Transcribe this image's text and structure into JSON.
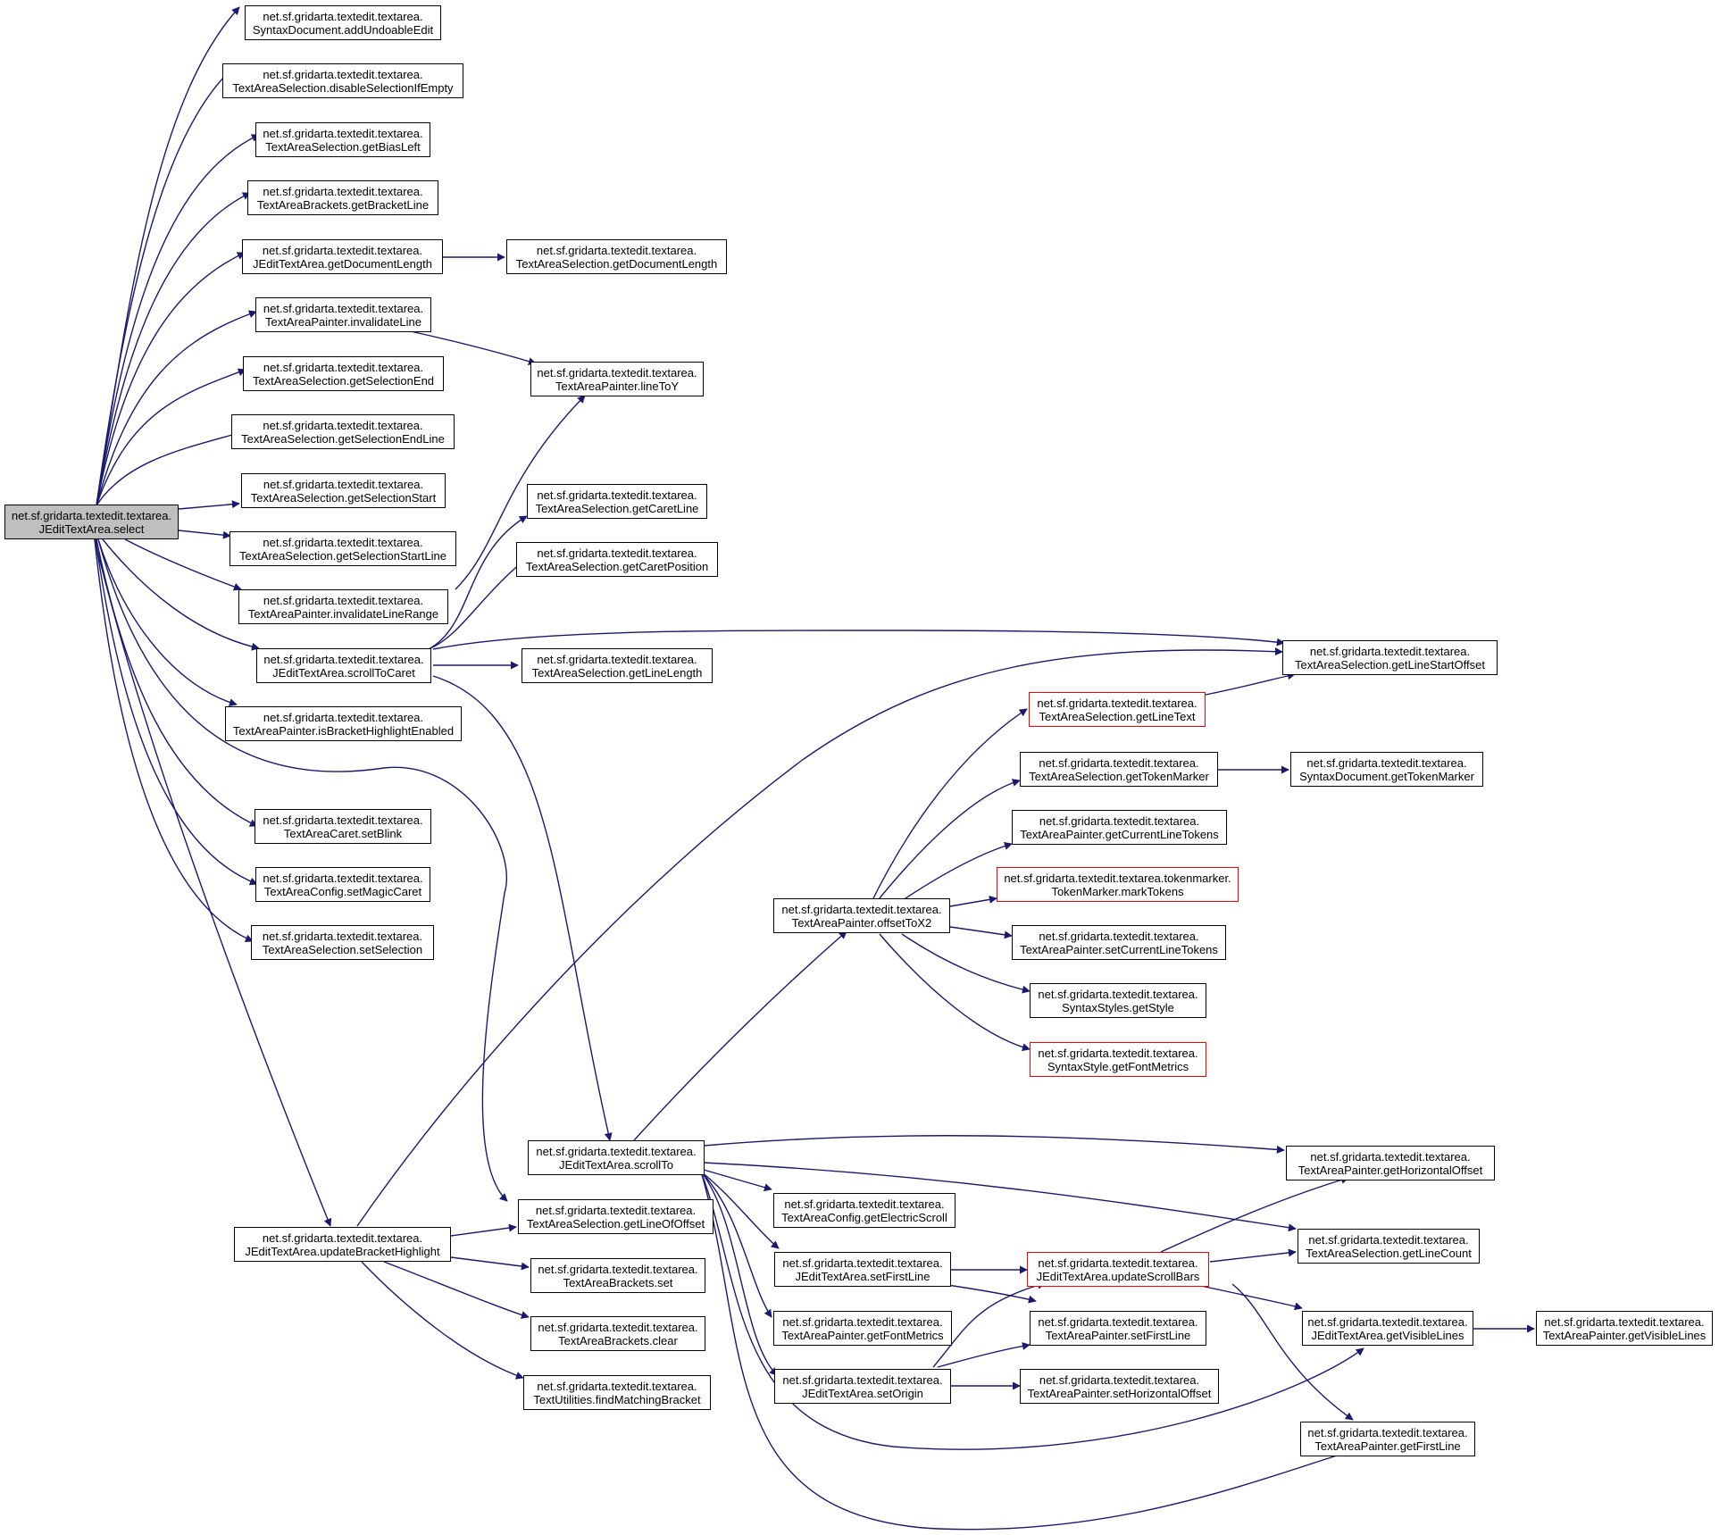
{
  "colors": {
    "edge": "#191970",
    "node_border": "#000000",
    "node_border_truncated": "#ff0000",
    "root_fill": "#bfbfbf"
  },
  "nodes": {
    "select": [
      "net.sf.gridarta.textedit.textarea.",
      "JEditTextArea.select"
    ],
    "addUndoableEdit": [
      "net.sf.gridarta.textedit.textarea.",
      "SyntaxDocument.addUndoableEdit"
    ],
    "disableSelectionIfEmpty": [
      "net.sf.gridarta.textedit.textarea.",
      "TextAreaSelection.disableSelectionIfEmpty"
    ],
    "getBiasLeft": [
      "net.sf.gridarta.textedit.textarea.",
      "TextAreaSelection.getBiasLeft"
    ],
    "getBracketLine": [
      "net.sf.gridarta.textedit.textarea.",
      "TextAreaBrackets.getBracketLine"
    ],
    "jetaGetDocumentLength": [
      "net.sf.gridarta.textedit.textarea.",
      "JEditTextArea.getDocumentLength"
    ],
    "selGetDocumentLength": [
      "net.sf.gridarta.textedit.textarea.",
      "TextAreaSelection.getDocumentLength"
    ],
    "invalidateLine": [
      "net.sf.gridarta.textedit.textarea.",
      "TextAreaPainter.invalidateLine"
    ],
    "lineToY": [
      "net.sf.gridarta.textedit.textarea.",
      "TextAreaPainter.lineToY"
    ],
    "getSelectionEnd": [
      "net.sf.gridarta.textedit.textarea.",
      "TextAreaSelection.getSelectionEnd"
    ],
    "getSelectionEndLine": [
      "net.sf.gridarta.textedit.textarea.",
      "TextAreaSelection.getSelectionEndLine"
    ],
    "getSelectionStart": [
      "net.sf.gridarta.textedit.textarea.",
      "TextAreaSelection.getSelectionStart"
    ],
    "getSelectionStartLine": [
      "net.sf.gridarta.textedit.textarea.",
      "TextAreaSelection.getSelectionStartLine"
    ],
    "invalidateLineRange": [
      "net.sf.gridarta.textedit.textarea.",
      "TextAreaPainter.invalidateLineRange"
    ],
    "getCaretLine": [
      "net.sf.gridarta.textedit.textarea.",
      "TextAreaSelection.getCaretLine"
    ],
    "getCaretPosition": [
      "net.sf.gridarta.textedit.textarea.",
      "TextAreaSelection.getCaretPosition"
    ],
    "scrollToCaret": [
      "net.sf.gridarta.textedit.textarea.",
      "JEditTextArea.scrollToCaret"
    ],
    "getLineLength": [
      "net.sf.gridarta.textedit.textarea.",
      "TextAreaSelection.getLineLength"
    ],
    "getLineStartOffset": [
      "net.sf.gridarta.textedit.textarea.",
      "TextAreaSelection.getLineStartOffset"
    ],
    "isBracketHighlightEnabled": [
      "net.sf.gridarta.textedit.textarea.",
      "TextAreaPainter.isBracketHighlightEnabled"
    ],
    "getLineText": [
      "net.sf.gridarta.textedit.textarea.",
      "TextAreaSelection.getLineText"
    ],
    "selGetTokenMarker": [
      "net.sf.gridarta.textedit.textarea.",
      "TextAreaSelection.getTokenMarker"
    ],
    "docGetTokenMarker": [
      "net.sf.gridarta.textedit.textarea.",
      "SyntaxDocument.getTokenMarker"
    ],
    "setBlink": [
      "net.sf.gridarta.textedit.textarea.",
      "TextAreaCaret.setBlink"
    ],
    "getCurrentLineTokens": [
      "net.sf.gridarta.textedit.textarea.",
      "TextAreaPainter.getCurrentLineTokens"
    ],
    "setMagicCaret": [
      "net.sf.gridarta.textedit.textarea.",
      "TextAreaConfig.setMagicCaret"
    ],
    "markTokens": [
      "net.sf.gridarta.textedit.textarea.tokenmarker.",
      "TokenMarker.markTokens"
    ],
    "offsetToX2": [
      "net.sf.gridarta.textedit.textarea.",
      "TextAreaPainter.offsetToX2"
    ],
    "setSelection": [
      "net.sf.gridarta.textedit.textarea.",
      "TextAreaSelection.setSelection"
    ],
    "setCurrentLineTokens": [
      "net.sf.gridarta.textedit.textarea.",
      "TextAreaPainter.setCurrentLineTokens"
    ],
    "getStyle": [
      "net.sf.gridarta.textedit.textarea.",
      "SyntaxStyles.getStyle"
    ],
    "getFontMetricsStyle": [
      "net.sf.gridarta.textedit.textarea.",
      "SyntaxStyle.getFontMetrics"
    ],
    "scrollTo": [
      "net.sf.gridarta.textedit.textarea.",
      "JEditTextArea.scrollTo"
    ],
    "getHorizontalOffset": [
      "net.sf.gridarta.textedit.textarea.",
      "TextAreaPainter.getHorizontalOffset"
    ],
    "getLineOfOffset": [
      "net.sf.gridarta.textedit.textarea.",
      "TextAreaSelection.getLineOfOffset"
    ],
    "getElectricScroll": [
      "net.sf.gridarta.textedit.textarea.",
      "TextAreaConfig.getElectricScroll"
    ],
    "updateBracketHighlight": [
      "net.sf.gridarta.textedit.textarea.",
      "JEditTextArea.updateBracketHighlight"
    ],
    "bracketsSet": [
      "net.sf.gridarta.textedit.textarea.",
      "TextAreaBrackets.set"
    ],
    "jetaSetFirstLine": [
      "net.sf.gridarta.textedit.textarea.",
      "JEditTextArea.setFirstLine"
    ],
    "updateScrollBars": [
      "net.sf.gridarta.textedit.textarea.",
      "JEditTextArea.updateScrollBars"
    ],
    "getLineCount": [
      "net.sf.gridarta.textedit.textarea.",
      "TextAreaSelection.getLineCount"
    ],
    "bracketsClear": [
      "net.sf.gridarta.textedit.textarea.",
      "TextAreaBrackets.clear"
    ],
    "painterGetFontMetrics": [
      "net.sf.gridarta.textedit.textarea.",
      "TextAreaPainter.getFontMetrics"
    ],
    "painterSetFirstLine": [
      "net.sf.gridarta.textedit.textarea.",
      "TextAreaPainter.setFirstLine"
    ],
    "jetaGetVisibleLines": [
      "net.sf.gridarta.textedit.textarea.",
      "JEditTextArea.getVisibleLines"
    ],
    "painterGetVisibleLines": [
      "net.sf.gridarta.textedit.textarea.",
      "TextAreaPainter.getVisibleLines"
    ],
    "findMatchingBracket": [
      "net.sf.gridarta.textedit.textarea.",
      "TextUtilities.findMatchingBracket"
    ],
    "setOrigin": [
      "net.sf.gridarta.textedit.textarea.",
      "JEditTextArea.setOrigin"
    ],
    "setHorizontalOffset": [
      "net.sf.gridarta.textedit.textarea.",
      "TextAreaPainter.setHorizontalOffset"
    ],
    "painterGetFirstLine": [
      "net.sf.gridarta.textedit.textarea.",
      "TextAreaPainter.getFirstLine"
    ]
  }
}
